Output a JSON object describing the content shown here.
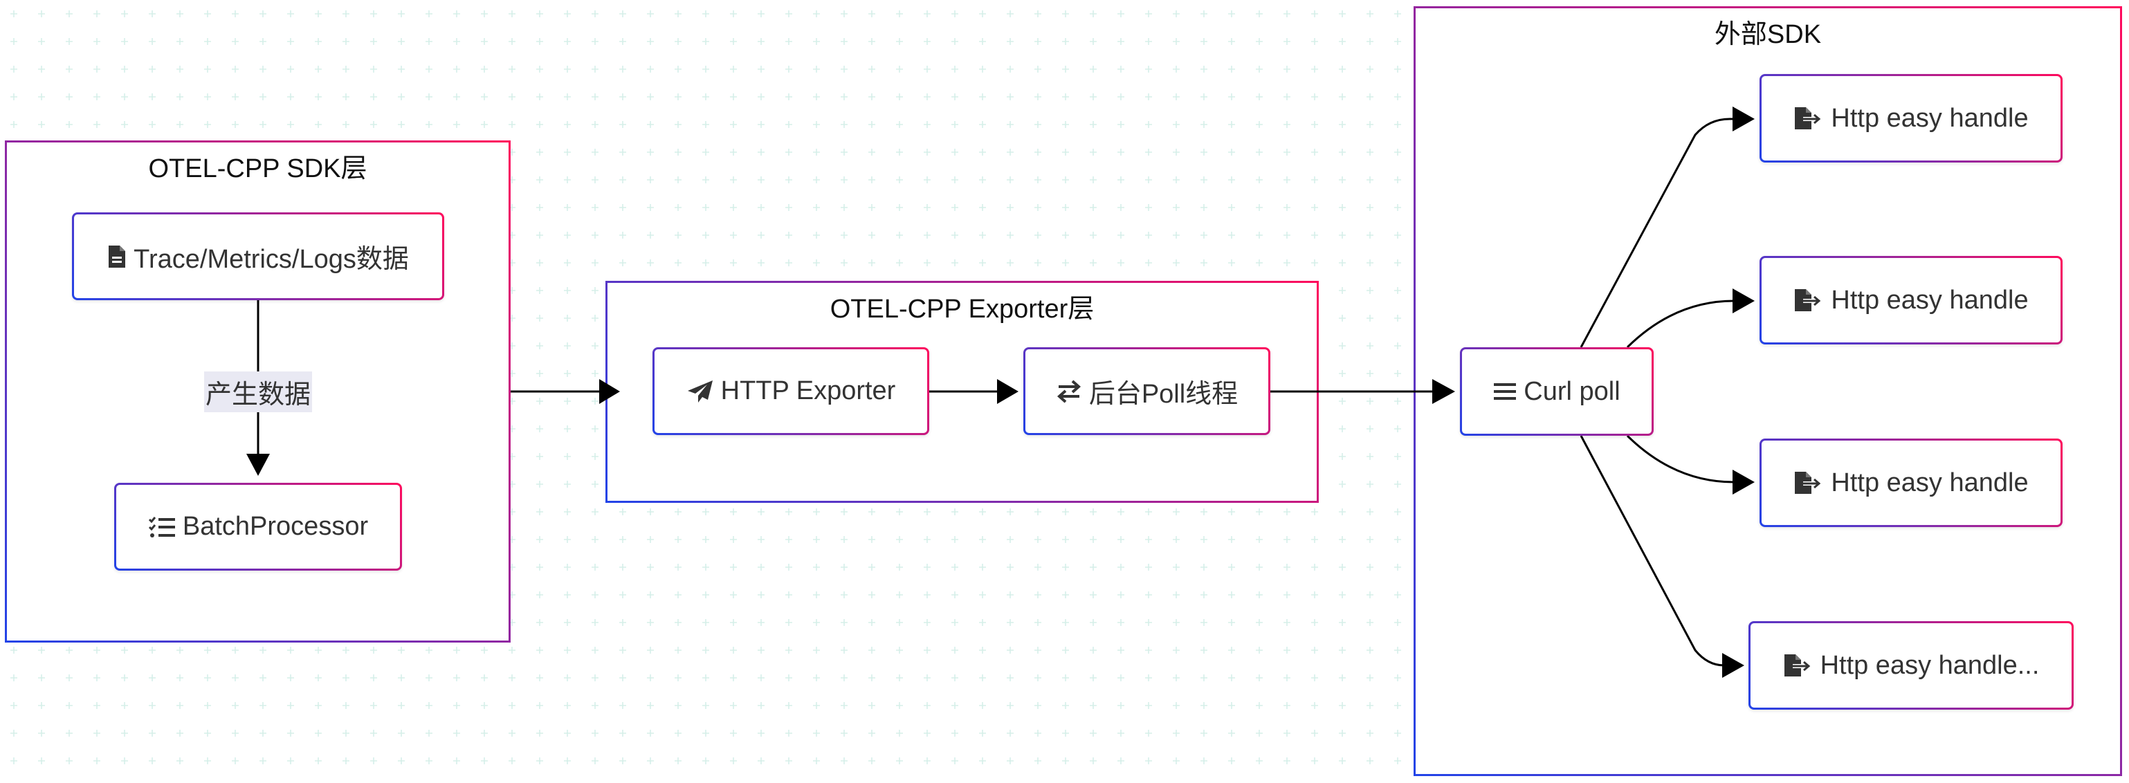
{
  "colors": {
    "border_start": "#2244e8",
    "border_end": "#ff0a5c",
    "edge": "#000000",
    "edge_label_bg": "#e9e9f3",
    "grid_dot": "#d6efe9"
  },
  "clusters": {
    "sdk": {
      "title": "OTEL-CPP SDK层"
    },
    "exporter": {
      "title": "OTEL-CPP Exporter层"
    },
    "external": {
      "title": "外部SDK"
    }
  },
  "nodes": {
    "trace": {
      "label": "Trace/Metrics/Logs数据",
      "icon": "file-icon"
    },
    "batch": {
      "label": "BatchProcessor",
      "icon": "list-check-icon"
    },
    "http_exporter": {
      "label": "HTTP Exporter",
      "icon": "paper-plane-icon"
    },
    "poll_thread": {
      "label": "后台Poll线程",
      "icon": "exchange-icon"
    },
    "curl_poll": {
      "label": "Curl poll",
      "icon": "bars-icon"
    },
    "handle_1": {
      "label": "Http easy handle",
      "icon": "file-export-icon"
    },
    "handle_2": {
      "label": "Http easy handle",
      "icon": "file-export-icon"
    },
    "handle_3": {
      "label": "Http easy handle",
      "icon": "file-export-icon"
    },
    "handle_4": {
      "label": "Http easy handle...",
      "icon": "file-export-icon"
    }
  },
  "edges": [
    {
      "from": "trace",
      "to": "batch",
      "label": "产生数据"
    },
    {
      "from": "sdk",
      "to": "exporter",
      "label": ""
    },
    {
      "from": "http_exporter",
      "to": "poll_thread",
      "label": ""
    },
    {
      "from": "poll_thread",
      "to": "curl_poll",
      "label": ""
    },
    {
      "from": "curl_poll",
      "to": "handle_1",
      "label": ""
    },
    {
      "from": "curl_poll",
      "to": "handle_2",
      "label": ""
    },
    {
      "from": "curl_poll",
      "to": "handle_3",
      "label": ""
    },
    {
      "from": "curl_poll",
      "to": "handle_4",
      "label": ""
    }
  ]
}
